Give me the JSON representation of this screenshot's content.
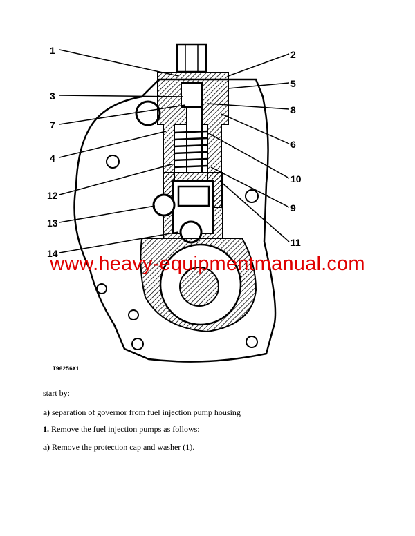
{
  "figure": {
    "callouts": [
      "1",
      "2",
      "3",
      "5",
      "7",
      "8",
      "6",
      "4",
      "10",
      "12",
      "9",
      "13",
      "11",
      "14"
    ],
    "figure_id": "T96256X1"
  },
  "watermark": "www.heavy-equipmentmanual.com",
  "text": {
    "start_by": "start by:",
    "step_a1_prefix": "a)",
    "step_a1": "separation of governor from fuel injection pump housing",
    "step_1_prefix": "1.",
    "step_1": "Remove the fuel injection pumps as follows:",
    "step_a2_prefix": "a)",
    "step_a2": "Remove the protection cap and washer (1)."
  }
}
